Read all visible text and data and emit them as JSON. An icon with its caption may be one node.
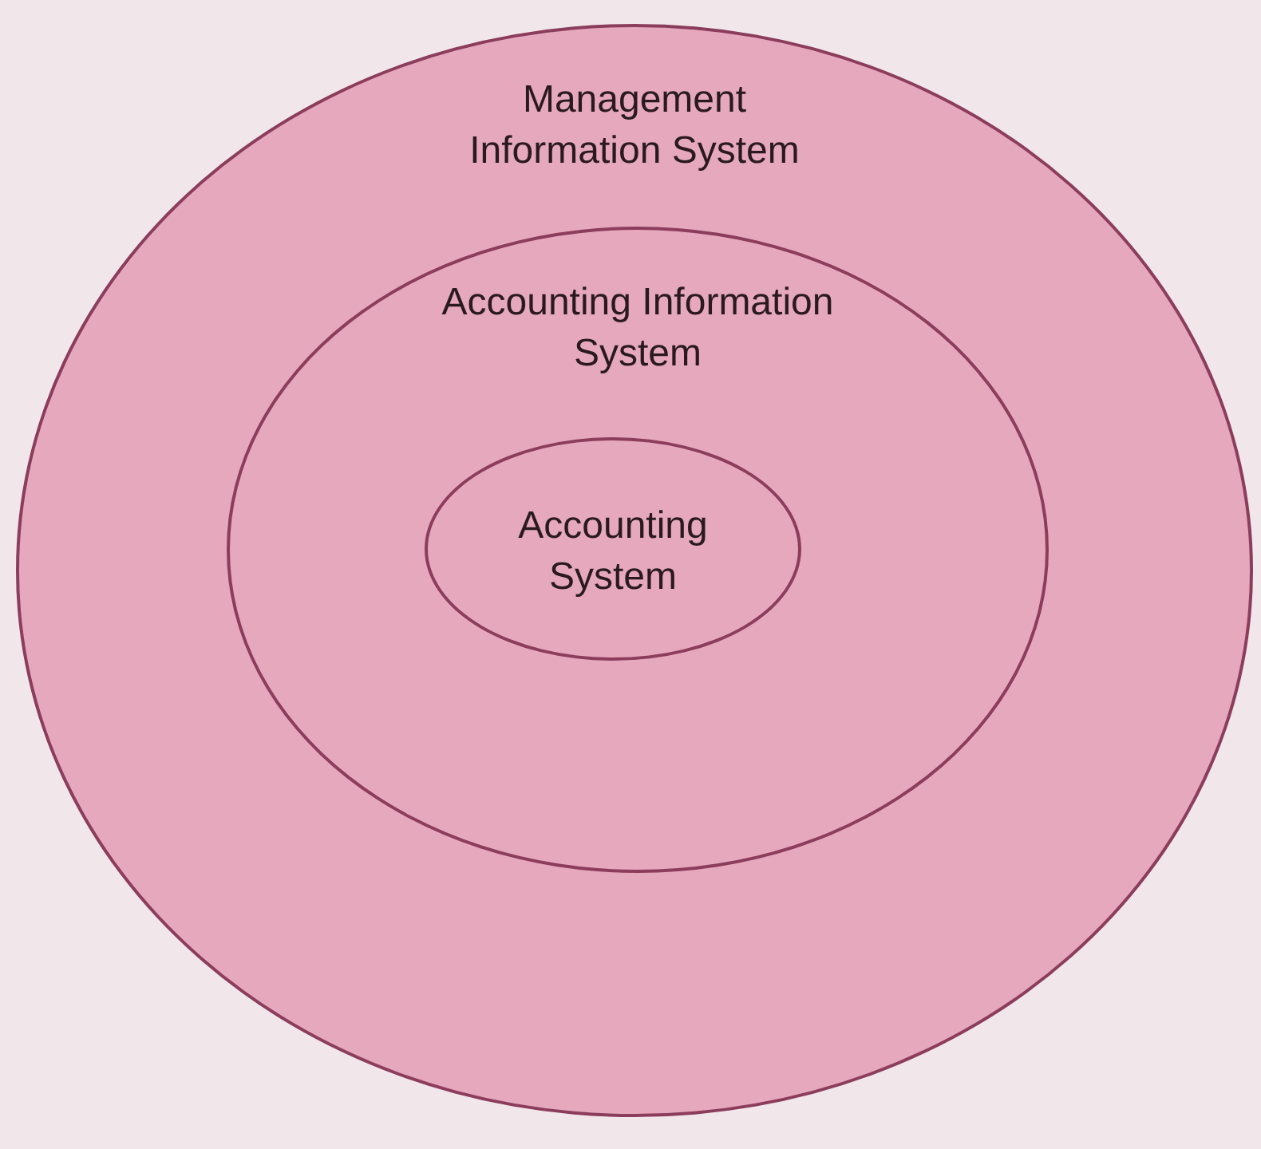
{
  "diagram": {
    "nodes": [
      {
        "text": [
          "Management Information System"
        ]
      },
      {
        "text": [
          "Accounting Information System"
        ],
        "in": 0
      },
      {
        "text": [
          "Accounting System"
        ],
        "in": 1
      }
    ]
  }
}
